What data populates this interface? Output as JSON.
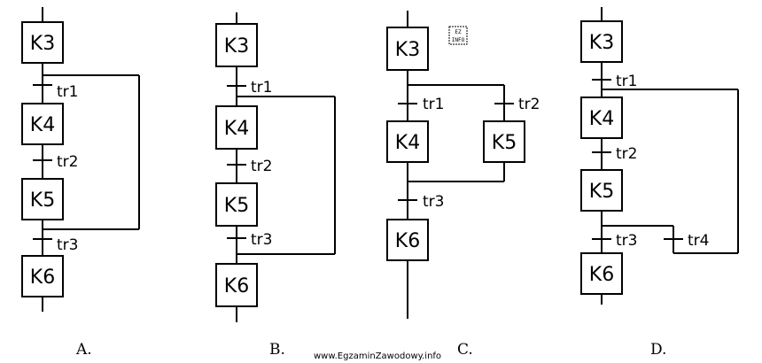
{
  "steps": {
    "k3": "K3",
    "k4": "K4",
    "k5": "K5",
    "k6": "K6"
  },
  "transitions": {
    "tr1": "tr1",
    "tr2": "tr2",
    "tr3": "tr3",
    "tr4": "tr4"
  },
  "options": [
    "A.",
    "B.",
    "C.",
    "D."
  ],
  "watermark": "www.EgzaminZawodowy.info",
  "logo": {
    "line1": "EZ",
    "line2": "INFO"
  }
}
